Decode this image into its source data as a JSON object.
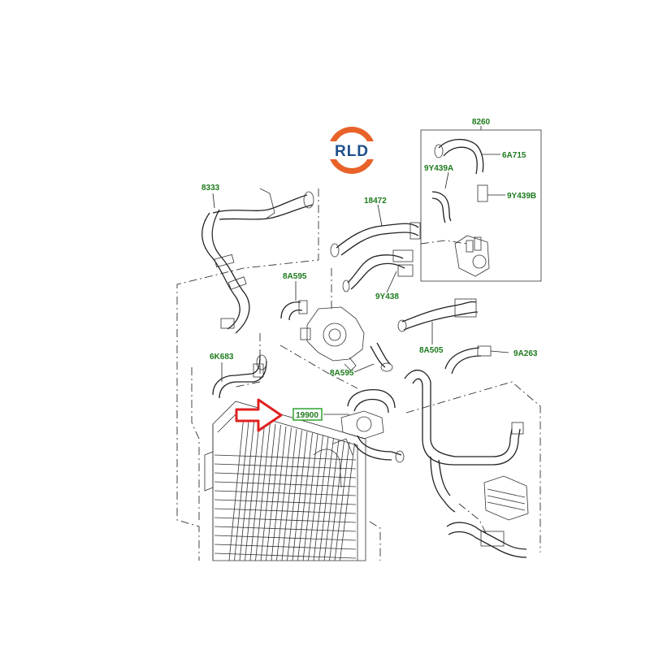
{
  "logo": {
    "text": "RLD",
    "ring_color": "#e8622a",
    "bar_color": "#1d4f8c"
  },
  "highlight": {
    "part_number": "19900",
    "arrow_color": "#e02020",
    "box_color": "#2ea32e"
  },
  "labels": [
    {
      "id": "8260",
      "text": "8260"
    },
    {
      "id": "6A715",
      "text": "6A715"
    },
    {
      "id": "9Y439A",
      "text": "9Y439A"
    },
    {
      "id": "9Y439B",
      "text": "9Y439B"
    },
    {
      "id": "8333",
      "text": "8333"
    },
    {
      "id": "18472",
      "text": "18472"
    },
    {
      "id": "8A595-top",
      "text": "8A595"
    },
    {
      "id": "9Y438",
      "text": "9Y438"
    },
    {
      "id": "8A505",
      "text": "8A505"
    },
    {
      "id": "9A263",
      "text": "9A263"
    },
    {
      "id": "6K683",
      "text": "6K683"
    },
    {
      "id": "8A595-bottom",
      "text": "8A595"
    }
  ],
  "label_color": "#1d7a1d"
}
